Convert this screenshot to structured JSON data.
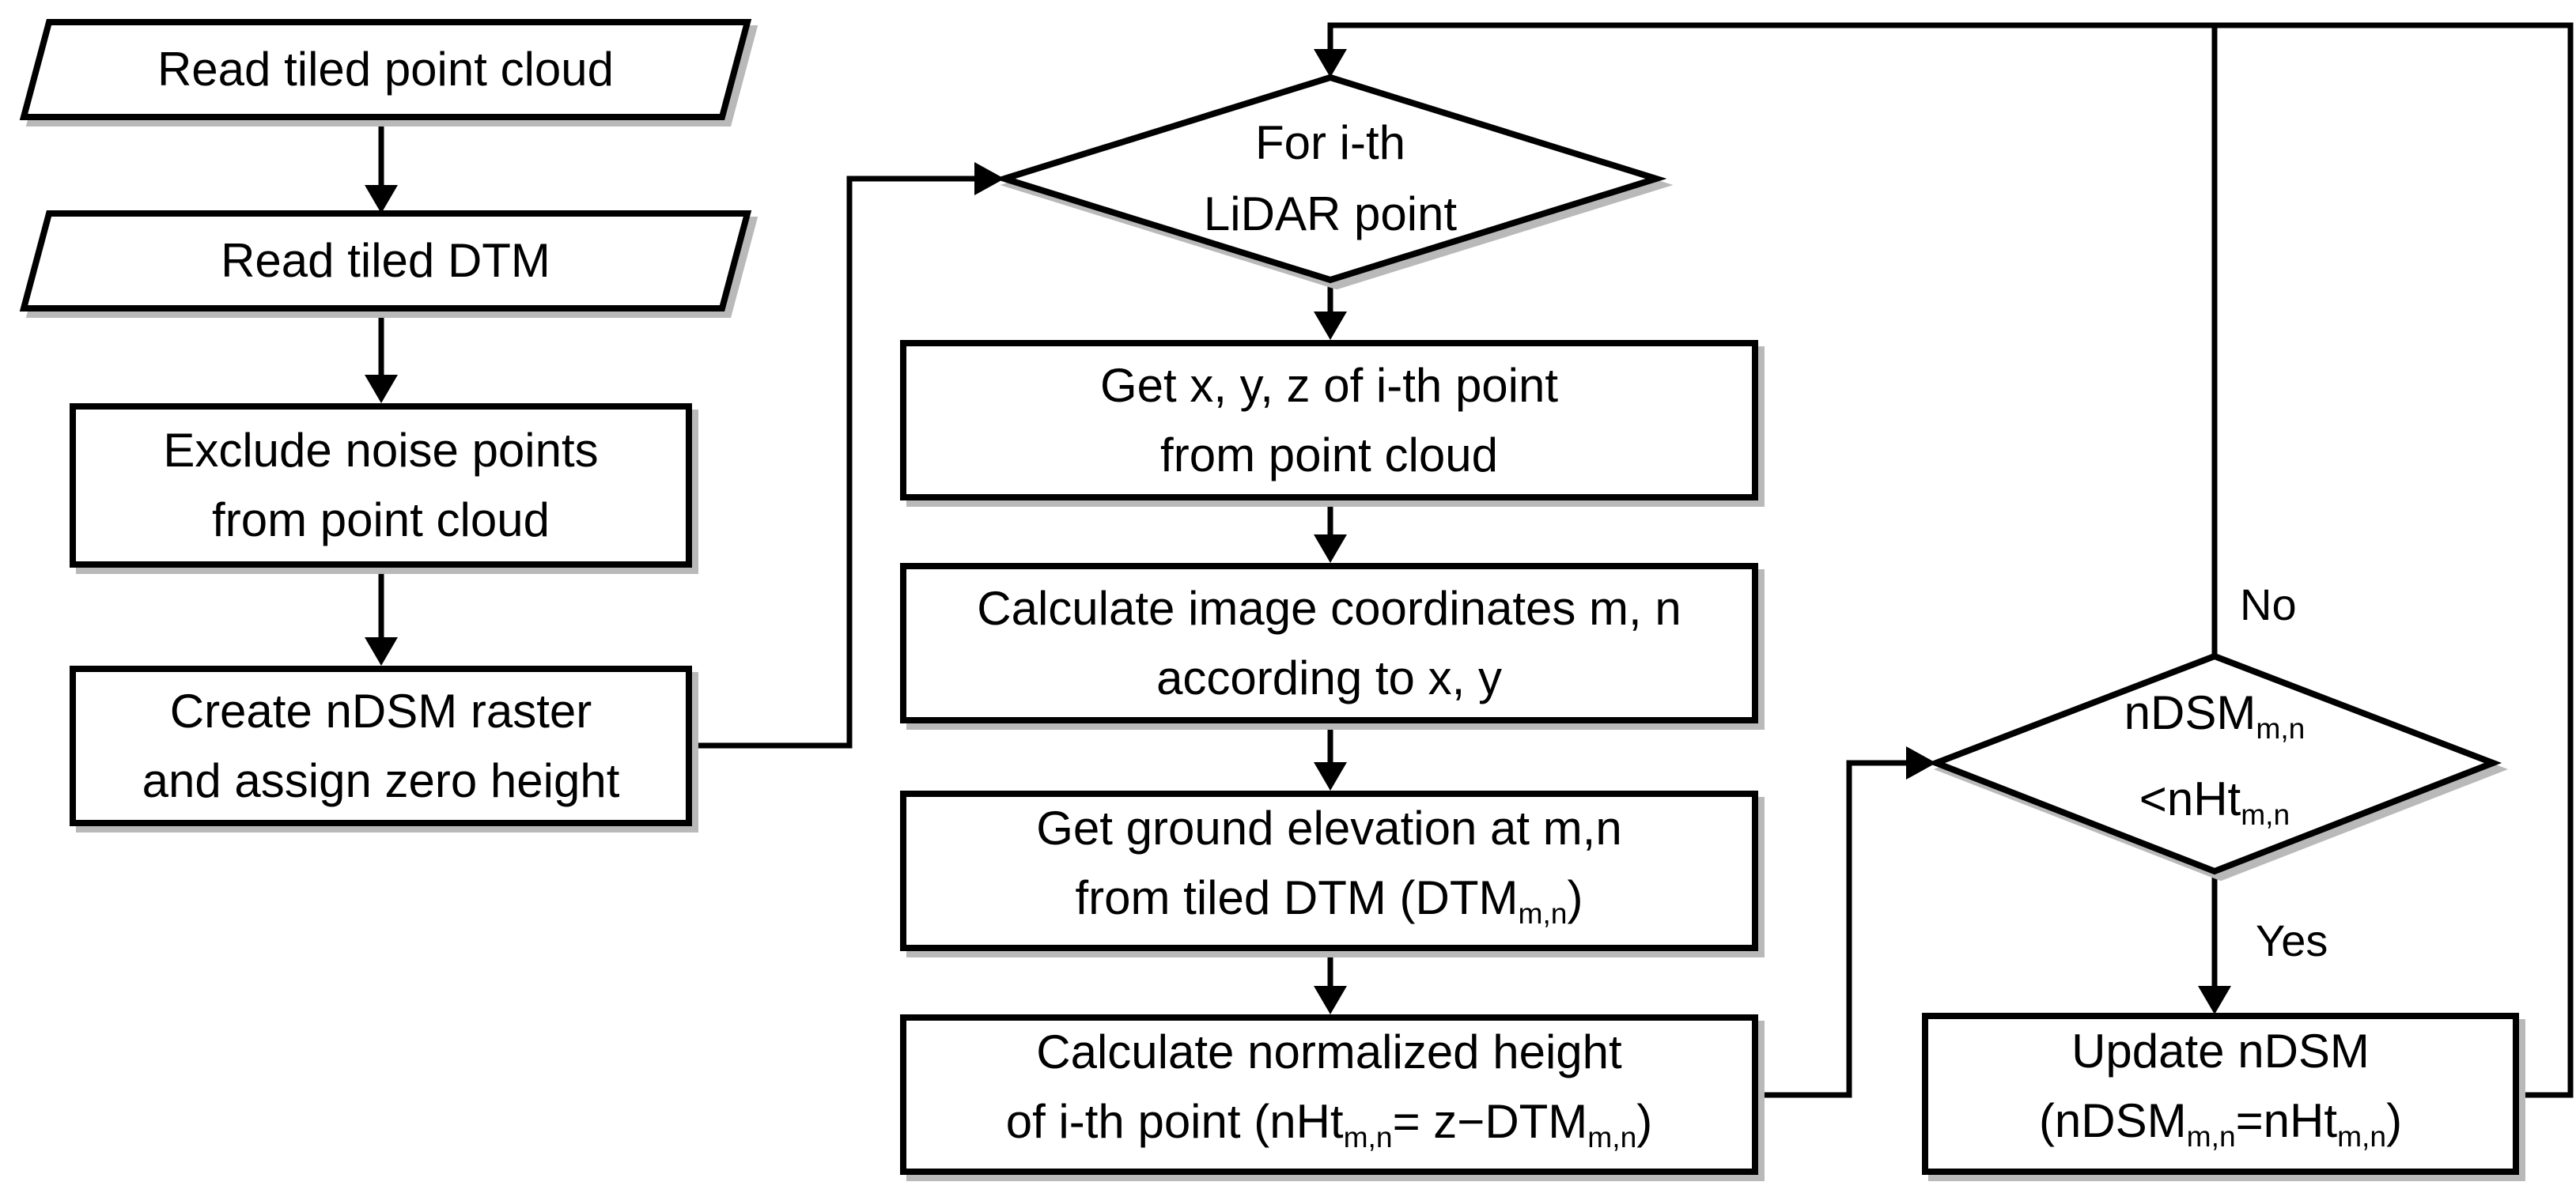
{
  "nodes": {
    "read_point_cloud": {
      "text": "Read tiled point cloud"
    },
    "read_dtm": {
      "text": "Read tiled DTM"
    },
    "exclude_noise": {
      "l1": "Exclude noise points",
      "l2": "from point cloud"
    },
    "create_ndsm": {
      "l1": "Create nDSM raster",
      "l2": "and assign zero height"
    },
    "for_each_point": {
      "l1": "For i-th",
      "l2": "LiDAR point"
    },
    "get_xyz": {
      "l1": "Get x, y, z of i-th point",
      "l2": "from point cloud"
    },
    "calc_image_coords": {
      "l1": "Calculate image coordinates m, n",
      "l2": "according to x, y"
    },
    "get_ground_elev": {
      "l1": "Get ground elevation at m,n",
      "l2a": "from tiled DTM (DTM",
      "l2sub": "m,n",
      "l2b": ")"
    },
    "calc_norm_height": {
      "l1": "Calculate normalized height",
      "l2a": "of i-th point (nHt",
      "l2sub1": "m,n",
      "l2b": "= z−DTM",
      "l2sub2": "m,n",
      "l2c": ")"
    },
    "compare_decision": {
      "l1a": "nDSM",
      "l1sub": "m,n",
      "l2a": "<nHt",
      "l2sub": "m,n"
    },
    "update_ndsm": {
      "l1": "Update nDSM",
      "l2a": "(nDSM",
      "l2sub1": "m,n",
      "l2b": "=nHt",
      "l2sub2": "m,n",
      "l2c": ")"
    }
  },
  "edge_labels": {
    "no": "No",
    "yes": "Yes"
  },
  "colors": {
    "stroke": "#000000",
    "fill": "#ffffff",
    "shadow": "#b9b9b9"
  }
}
